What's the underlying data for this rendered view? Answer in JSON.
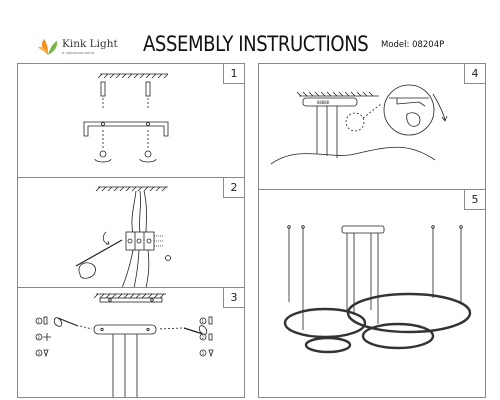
{
  "header": {
    "logo_name": "Kink Light",
    "logo_subtitle": "в гармонии света",
    "title": "ASSEMBLY INSTRUCTIONS",
    "model": "Model: 08204P"
  },
  "steps": [
    {
      "number": "1"
    },
    {
      "number": "2"
    },
    {
      "number": "3"
    },
    {
      "number": "4"
    },
    {
      "number": "5"
    }
  ],
  "step4": {
    "controller_label": "88888"
  },
  "colors": {
    "line": "#222222",
    "border": "#8a8a8a",
    "logo_orange": "#f29321",
    "logo_green": "#7ab648"
  }
}
